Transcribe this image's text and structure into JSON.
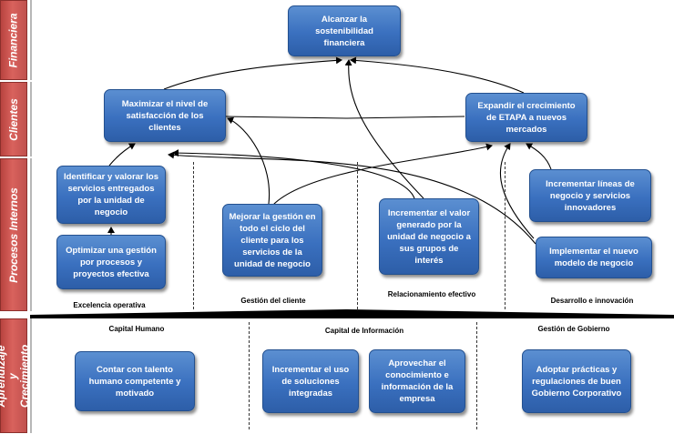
{
  "perspectives": {
    "financiera": "Financiera",
    "clientes": "Clientes",
    "procesos": "Procesos Internos",
    "aprendizaje": "Aprendizaje y Crecimiento"
  },
  "objectives": {
    "sostenibilidad": "Alcanzar la sostenibilidad financiera",
    "satisfaccion": "Maximizar el nivel de satisfacción de los clientes",
    "crecimiento": "Expandir el crecimiento de ETAPA a nuevos mercados",
    "identificar": "Identificar y valorar los servicios entregados por la unidad de negocio",
    "optimizar": "Optimizar una gestión por procesos y proyectos efectiva",
    "mejorar": "Mejorar la gestión en todo el ciclo del cliente para los servicios de la unidad de negocio",
    "incrementar_valor": "Incrementar el valor generado por la unidad de negocio a sus grupos de interés",
    "lineas": "Incrementar líneas de negocio y servicios innovadores",
    "modelo": "Implementar el nuevo modelo de negocio",
    "talento": "Contar con talento humano competente y motivado",
    "soluciones": "Incrementar el uso de soluciones integradas",
    "conocimiento": "Aprovechar el conocimiento e información de la empresa",
    "gobierno": "Adoptar prácticas y regulaciones de buen Gobierno Corporativo"
  },
  "process_labels": {
    "excelencia": "Excelencia operativa",
    "gestion_cliente": "Gestión del cliente",
    "relacionamiento": "Relacionamiento efectivo",
    "desarrollo": "Desarrollo e innovación"
  },
  "capital_labels": {
    "humano": "Capital Humano",
    "informacion": "Capital de Información",
    "gobierno": "Gestión de Gobierno"
  }
}
